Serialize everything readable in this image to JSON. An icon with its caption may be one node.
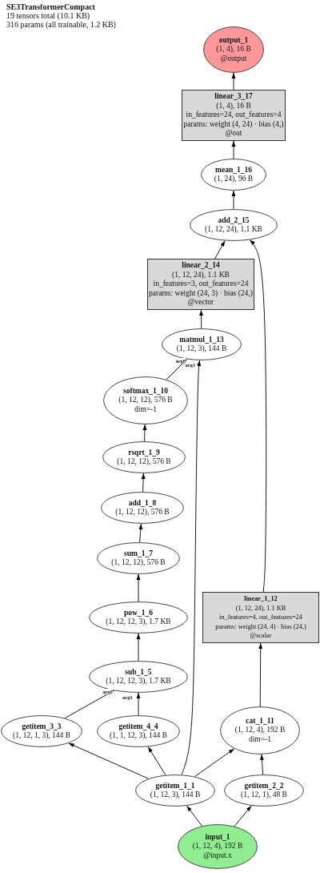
{
  "diagram": {
    "title": "SE3TransformerCompact",
    "nodes": [
      {
        "text": [
          "output_1",
          "(1, 4), 16 B",
          "@output"
        ]
      },
      {
        "text": [
          "linear_3_17",
          "(1, 4), 16 B",
          "in_features=24, out_features=4",
          "params: weight (4, 24) · bias (4,)",
          "@out"
        ]
      },
      {
        "text": [
          "mean_1_16",
          "(1, 24), 96 B"
        ]
      },
      {
        "text": [
          "add_2_15",
          "(1, 12, 24), 1.1 KB"
        ]
      },
      {
        "text": [
          "linear_2_14",
          "(1, 12, 24), 1.1 KB",
          "in_features=3, out_features=24",
          "params: weight (24, 3) · bias (24,)",
          "@vector"
        ]
      },
      {
        "text": [
          "matmul_1_13",
          "(1, 12, 3), 144 B"
        ]
      },
      {
        "text": [
          "softmax_1_10",
          "(1, 12, 12), 576 B",
          "dim=-1"
        ]
      },
      {
        "text": [
          "rsqrt_1_9",
          "(1, 12, 12), 576 B"
        ]
      },
      {
        "text": [
          "add_1_8",
          "(1, 12, 12), 576 B"
        ]
      },
      {
        "text": [
          "sum_1_7",
          "(1, 12, 12), 576 B"
        ]
      },
      {
        "text": [
          "linear_1_12",
          "(1, 12, 24), 1.1 KB",
          "in_features=4, out_features=24",
          "params: weight (24, 4) · bias (24,)",
          "@scalar"
        ]
      },
      {
        "text": [
          "pow_1_6",
          "(1, 12, 12, 3), 1.7 KB"
        ]
      },
      {
        "text": [
          "sub_1_5",
          "(1, 12, 12, 3), 1.7 KB"
        ]
      },
      {
        "text": [
          "getitem_3_3",
          "(1, 12, 1, 3), 144 B"
        ]
      },
      {
        "text": [
          "getitem_4_4",
          "(1, 1, 12, 3), 144 B"
        ]
      },
      {
        "text": [
          "cat_1_11",
          "(1, 12, 4), 192 B",
          "dim=-1"
        ]
      },
      {
        "text": [
          "getitem_1_1",
          "(1, 12, 3), 144 B"
        ]
      },
      {
        "text": [
          "getitem_2_2",
          "(1, 12, 1), 48 B"
        ]
      },
      {
        "text": [
          "input_1",
          "(1, 12, 4), 192 B",
          "@input.x"
        ]
      }
    ],
    "edges": [
      {
        "from": 18,
        "to": 16,
        "arrow": "to"
      },
      {
        "from": 18,
        "to": 17,
        "arrow": "to"
      },
      {
        "from": 16,
        "to": 13,
        "arrow": "to"
      },
      {
        "from": 16,
        "to": 14,
        "arrow": "to"
      },
      {
        "from": 16,
        "to": 15,
        "arrow": "to"
      },
      {
        "from": 16,
        "to": 5,
        "arrow": "to",
        "label": "arg1"
      },
      {
        "from": 17,
        "to": 15,
        "arrow": "to"
      },
      {
        "from": 13,
        "to": 12,
        "arrow": "to",
        "label": "arg0"
      },
      {
        "from": 14,
        "to": 12,
        "arrow": "to",
        "label": "arg1"
      },
      {
        "from": 12,
        "to": 11,
        "arrow": "to"
      },
      {
        "from": 11,
        "to": 9,
        "arrow": "to"
      },
      {
        "from": 9,
        "to": 8,
        "arrow": "to"
      },
      {
        "from": 8,
        "to": 7,
        "arrow": "to"
      },
      {
        "from": 7,
        "to": 6,
        "arrow": "to"
      },
      {
        "from": 6,
        "to": 5,
        "arrow": "to",
        "label": "arg0"
      },
      {
        "from": 5,
        "to": 4,
        "arrow": "to"
      },
      {
        "from": 4,
        "to": 3,
        "arrow": "to"
      },
      {
        "from": 15,
        "to": 10,
        "arrow": "to"
      },
      {
        "from": 10,
        "to": 3,
        "arrow": "to"
      },
      {
        "from": 3,
        "to": 2,
        "arrow": "to"
      },
      {
        "from": 2,
        "to": 1,
        "arrow": "to"
      },
      {
        "from": 1,
        "to": 0,
        "arrow": "to"
      }
    ],
    "labels": [
      "19 tensors total (10.1 KB)",
      "316 params (all trainable, 1.2 KB)"
    ]
  }
}
